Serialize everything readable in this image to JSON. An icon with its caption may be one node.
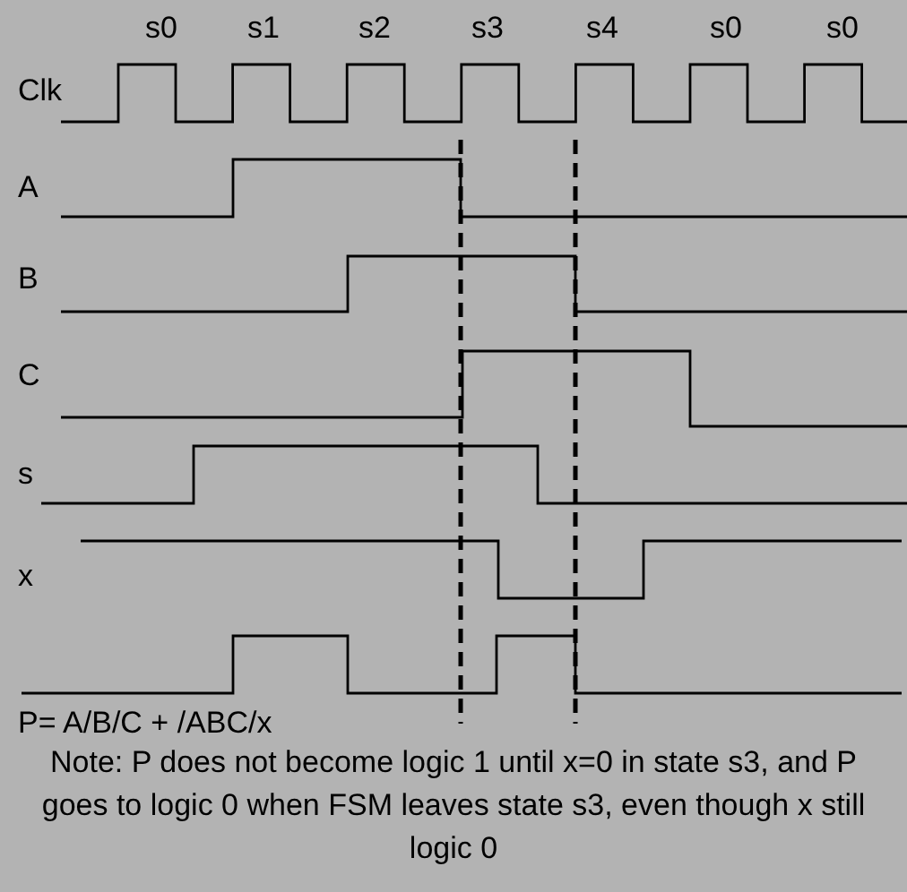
{
  "diagram": {
    "labels": [
      "s0",
      "s1",
      "s2",
      "s3",
      "s4",
      "s0",
      "s0",
      "Clk",
      "A",
      "B",
      "C",
      "s",
      "x",
      "P= A/B/C + /ABC/x",
      "Note: P does not become logic 1 until x=0 in state s3, and P goes to logic 0 when FSM leaves state s3, even though x still logic 0"
    ]
  }
}
